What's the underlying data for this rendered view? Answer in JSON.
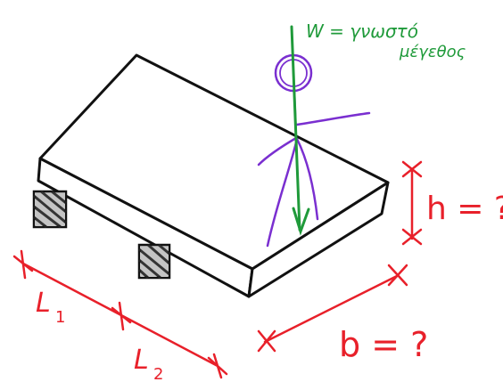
{
  "labels": {
    "weight": "W = γνωστό",
    "weight_line2": "μέγεθος",
    "height": "h = ?",
    "width": "b = ?",
    "length1_letter": "L",
    "length1_sub": "1",
    "length2_letter": "L",
    "length2_sub": "2"
  },
  "colors": {
    "ink": "#111111",
    "dimension": "#e8202a",
    "force": "#1f9a3a",
    "person": "#7a2fd0",
    "support_fill": "#555555"
  }
}
